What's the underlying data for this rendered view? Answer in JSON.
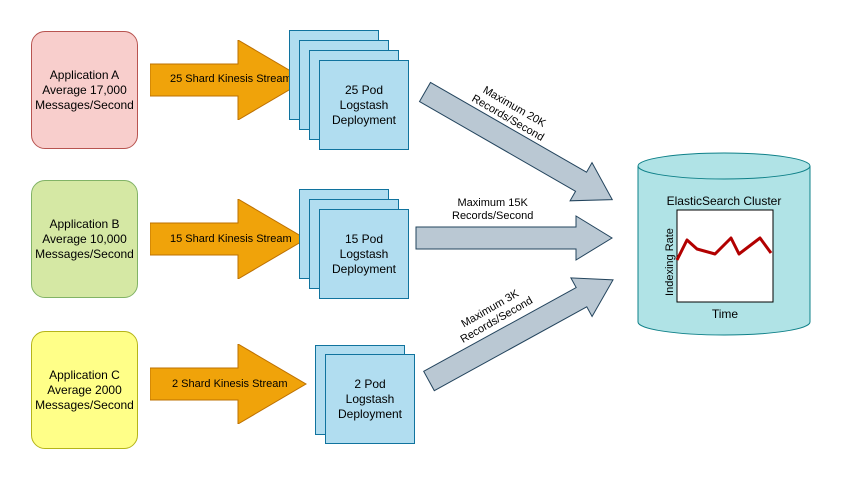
{
  "colors": {
    "app_a": "#f8cecc",
    "app_b": "#d5e8a4",
    "app_c": "#ffff88",
    "stream_arrow": "#f0a30a",
    "pod_fill": "#b1ddf0",
    "pod_border": "#10739e",
    "gray_arrow": "#bac8d3",
    "cluster_fill": "#b0e3e6",
    "cluster_border": "#0e8088",
    "rate_line": "#b20000"
  },
  "applications": [
    {
      "name": "Application A",
      "rate": "Average 17,000",
      "unit": "Messages/Second"
    },
    {
      "name": "Application B",
      "rate": "Average 10,000",
      "unit": "Messages/Second"
    },
    {
      "name": "Application C",
      "rate": "Average 2000",
      "unit": "Messages/Second"
    }
  ],
  "streams": [
    {
      "label": "25 Shard Kinesis Stream"
    },
    {
      "label": "15 Shard Kinesis Stream"
    },
    {
      "label": "2 Shard Kinesis Stream"
    }
  ],
  "pods": [
    {
      "line1": "25 Pod",
      "line2": "Logstash",
      "line3": "Deployment"
    },
    {
      "line1": "15 Pod",
      "line2": "Logstash",
      "line3": "Deployment"
    },
    {
      "line1": "2 Pod",
      "line2": "Logstash",
      "line3": "Deployment"
    }
  ],
  "rates": [
    {
      "line1": "Maximum 20K",
      "line2": "Records/Second"
    },
    {
      "line1": "Maximum 15K",
      "line2": "Records/Second"
    },
    {
      "line1": "Maximum 3K",
      "line2": "Records/Second"
    }
  ],
  "cluster": {
    "title": "ElasticSearch Cluster",
    "y_label": "Indexing Rate",
    "x_label": "Time"
  }
}
